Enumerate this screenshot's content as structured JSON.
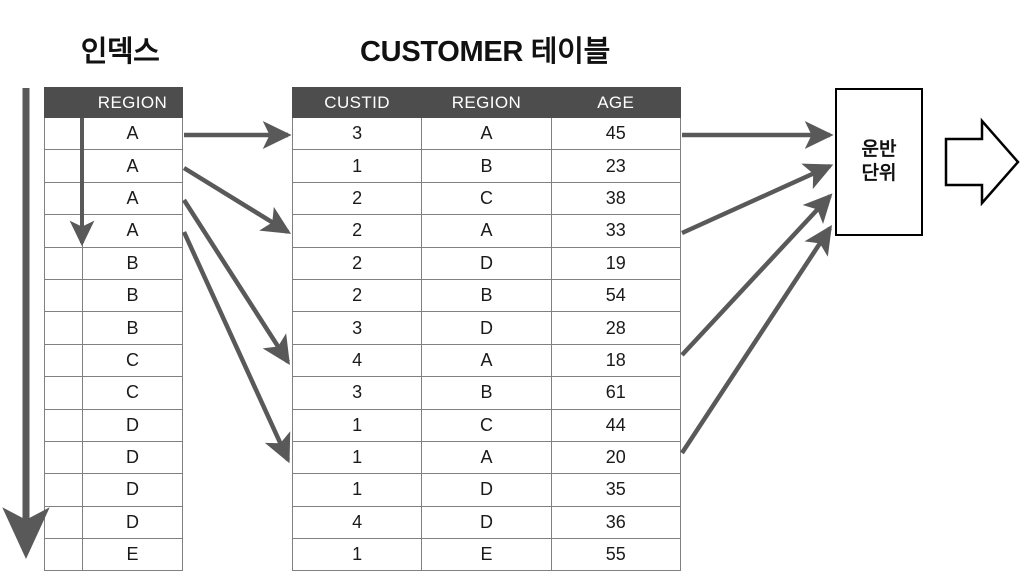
{
  "titles": {
    "index": "인덱스",
    "customer": "CUSTOMER 테이블"
  },
  "index_table": {
    "header_blank": "",
    "header_region": "REGION",
    "rows": [
      {
        "region": "A"
      },
      {
        "region": "A"
      },
      {
        "region": "A"
      },
      {
        "region": "A"
      },
      {
        "region": "B"
      },
      {
        "region": "B"
      },
      {
        "region": "B"
      },
      {
        "region": "C"
      },
      {
        "region": "C"
      },
      {
        "region": "D"
      },
      {
        "region": "D"
      },
      {
        "region": "D"
      },
      {
        "region": "D"
      },
      {
        "region": "E"
      }
    ]
  },
  "customer_table": {
    "headers": [
      "CUSTID",
      "REGION",
      "AGE"
    ],
    "rows": [
      {
        "custid": "3",
        "region": "A",
        "age": "45"
      },
      {
        "custid": "1",
        "region": "B",
        "age": "23"
      },
      {
        "custid": "2",
        "region": "C",
        "age": "38"
      },
      {
        "custid": "2",
        "region": "A",
        "age": "33"
      },
      {
        "custid": "2",
        "region": "D",
        "age": "19"
      },
      {
        "custid": "2",
        "region": "B",
        "age": "54"
      },
      {
        "custid": "3",
        "region": "D",
        "age": "28"
      },
      {
        "custid": "4",
        "region": "A",
        "age": "18"
      },
      {
        "custid": "3",
        "region": "B",
        "age": "61"
      },
      {
        "custid": "1",
        "region": "C",
        "age": "44"
      },
      {
        "custid": "1",
        "region": "A",
        "age": "20"
      },
      {
        "custid": "1",
        "region": "D",
        "age": "35"
      },
      {
        "custid": "4",
        "region": "D",
        "age": "36"
      },
      {
        "custid": "1",
        "region": "E",
        "age": "55"
      }
    ]
  },
  "unit_box": {
    "label": "운반\n단위"
  },
  "colors": {
    "header_fill": "#4d4d4d",
    "header_text": "#ffffff",
    "grid_line": "#808080",
    "arrow_gray": "#595959",
    "outline_black": "#000000",
    "body_text": "#1a1a1a",
    "background": "#ffffff"
  },
  "arrows": {
    "scan_arrow_label": "full-index-scan-down",
    "index_seek_label": "index-seek-to-first-B",
    "lookup_arrows_count": 4,
    "fetch_arrows_count": 4,
    "output_arrow_label": "output-block-arrow"
  }
}
